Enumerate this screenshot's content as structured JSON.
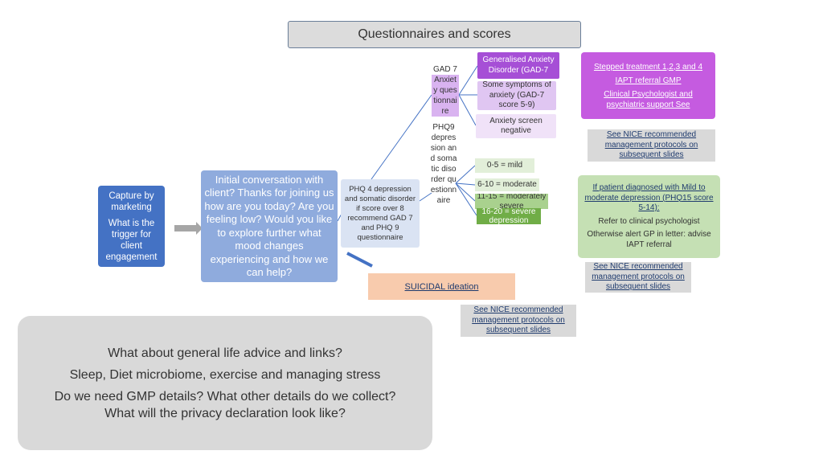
{
  "title": "Questionnaires and scores",
  "capture": {
    "line1": "Capture by marketing",
    "line2": "What is the trigger for client engagement"
  },
  "initial_conversation": "Initial conversation with client? Thanks for joining us how are you today? Are you feeling low? Would you like to explore further what mood changes experiencing and how we can help?",
  "phq4": "PHQ 4 depression and somatic disorder if score over 8 recommend GAD 7 and PHQ 9 questionnaire",
  "gad7": {
    "label": "GAD 7",
    "name": "Anxiety questionnaire",
    "options": [
      "Generalised Anxiety Disorder (GAD-7",
      "Some symptoms of anxiety (GAD-7 score 5-9)",
      "Anxiety screen negative"
    ]
  },
  "phq9": {
    "name": "PHQ9 depression and somatic disorder questionnaire",
    "scores": [
      "0-5 = mild",
      "6-10 = moderate",
      "11-15 = moderately severe",
      "16-20 = severe depression"
    ]
  },
  "stepped": {
    "line1": "Stepped treatment 1,2,3 and 4",
    "line2": "IAPT referral GMP",
    "line3": "Clinical Psychologist and psychiatric support See"
  },
  "nice_link": "See NICE recommended management protocols on subsequent slides",
  "mild_box": {
    "line1": "If patient diagnosed with Mild to moderate depression (PHQ15 score 5-14):",
    "line2": "Refer to clinical psychologist",
    "line3": "Otherwise alert GP in letter: advise IAPT referral"
  },
  "suicidal": "SUICIDAL ideation",
  "bottom": {
    "line1": "What about general life advice and links?",
    "line2": "Sleep, Diet microbiome, exercise and managing stress",
    "line3": "Do we need GMP details? What other details do we collect?",
    "line4": "What will the privacy declaration look like?"
  },
  "colors": {
    "line": "#4472c4",
    "capture": "#4472c4",
    "initial": "#8fabdd",
    "phq4": "#dae3f3",
    "gad_dark": "#a64fd6",
    "stepped": "#c55be0",
    "green_dark": "#70ad47",
    "green_mild_box": "#c5e0b4",
    "suicidal": "#f8cbad",
    "grey": "#d9d9d9"
  }
}
